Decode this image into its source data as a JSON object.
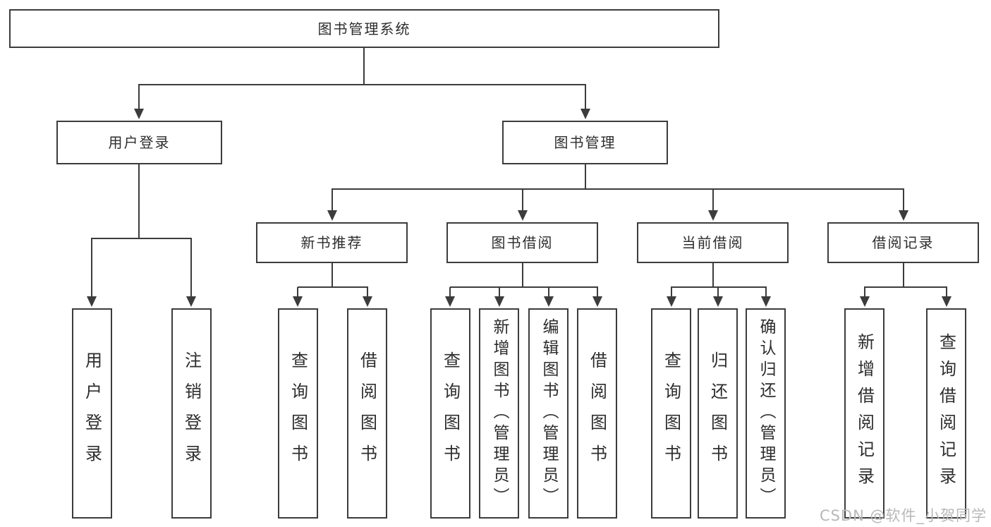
{
  "tree": {
    "root": "图书管理系统",
    "branches": [
      {
        "label": "用户登录",
        "leaves": [
          "用户登录",
          "注销登录"
        ]
      },
      {
        "label": "图书管理",
        "groups": [
          {
            "label": "新书推荐",
            "leaves": [
              "查询图书",
              "借阅图书"
            ]
          },
          {
            "label": "图书借阅",
            "leaves": [
              "查询图书",
              "新增图书（管理员）",
              "编辑图书（管理员）",
              "借阅图书"
            ]
          },
          {
            "label": "当前借阅",
            "leaves": [
              "查询图书",
              "归还图书",
              "确认归还（管理员）"
            ]
          },
          {
            "label": "借阅记录",
            "leaves": [
              "新增借阅记录",
              "查询借阅记录"
            ]
          }
        ]
      }
    ]
  },
  "watermark": {
    "text": "CSDN @软件_小贺同学"
  },
  "colors": {
    "line": "#3c3c3c",
    "box_border": "#3c3c3c",
    "text": "#2d2d2d",
    "watermark": "#b8b8b8",
    "background": "#ffffff"
  }
}
